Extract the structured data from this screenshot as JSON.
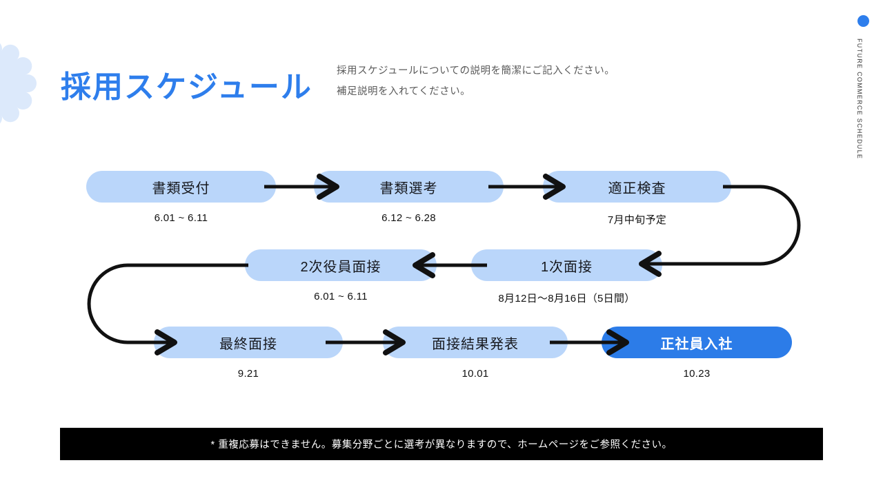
{
  "slide": {
    "title": "採用スケジュール",
    "subtitle_line1": "採用スケジュールについての説明を簡潔にご記入ください。",
    "subtitle_line2": "補足説明を入れてください。",
    "side_label": "FUTURE COMMERCE SCHEDULE",
    "footer_note": "* 重複応募はできません。募集分野ごとに選考が異なりますので、ホームページをご参照ください。"
  },
  "colors": {
    "accent_blue": "#2E7EEC",
    "highlight_pill_blue": "#2C7CE8",
    "light_pill_blue": "#BAD6FA",
    "deco_flower_blue": "#DCE9FB",
    "arrow_black": "#111111",
    "footer_bg": "#000000",
    "footer_text": "#FFFFFF"
  },
  "steps": [
    {
      "label": "書類受付",
      "date": "6.01 ~ 6.11",
      "highlight": false
    },
    {
      "label": "書類選考",
      "date": "6.12 ~ 6.28",
      "highlight": false
    },
    {
      "label": "適正検査",
      "date": "7月中旬予定",
      "highlight": false
    },
    {
      "label": "1次面接",
      "date": "8月12日〜8月16日（5日間）",
      "highlight": false
    },
    {
      "label": "2次役員面接",
      "date": "6.01 ~ 6.11",
      "highlight": false
    },
    {
      "label": "最終面接",
      "date": "9.21",
      "highlight": false
    },
    {
      "label": "面接結果発表",
      "date": "10.01",
      "highlight": false
    },
    {
      "label": "正社員入社",
      "date": "10.23",
      "highlight": true
    }
  ]
}
